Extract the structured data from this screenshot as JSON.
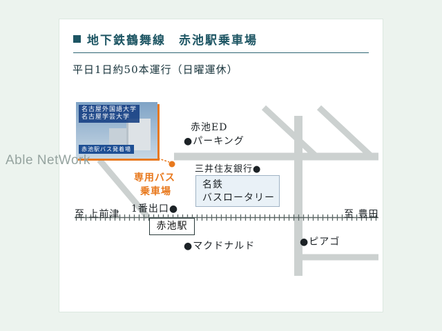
{
  "header": {
    "title": "地下鉄鶴舞線　赤池駅乗車場",
    "subtitle": "平日1日約50本運行（日曜運休）"
  },
  "watermark": "Able NetWork",
  "map": {
    "photo": {
      "caption_line1": "名古屋外国語大学",
      "caption_line2": "名古屋学芸大学",
      "caption_line3": "赤池駅バス発着場"
    },
    "labels": {
      "akaike_ed": "赤池ED",
      "parking": "●パーキング",
      "bank": "三井住友銀行●",
      "rotary_line1": "名鉄",
      "rotary_line2": "バスロータリー",
      "bus_stop_line1": "専用バス",
      "bus_stop_line2": "乗車場",
      "exit1": "1番出口●",
      "station": "赤池駅",
      "to_left": "至 上前津",
      "to_right": "至 豊田",
      "mcdonalds": "●マクドナルド",
      "piago": "●ピアゴ"
    },
    "colors": {
      "accent_orange": "#e8791e",
      "title_teal": "#1d5563",
      "road_gray": "#ccd1d0",
      "railway_gray": "#5a6664",
      "rotary_fill": "#e9f1f7"
    }
  }
}
